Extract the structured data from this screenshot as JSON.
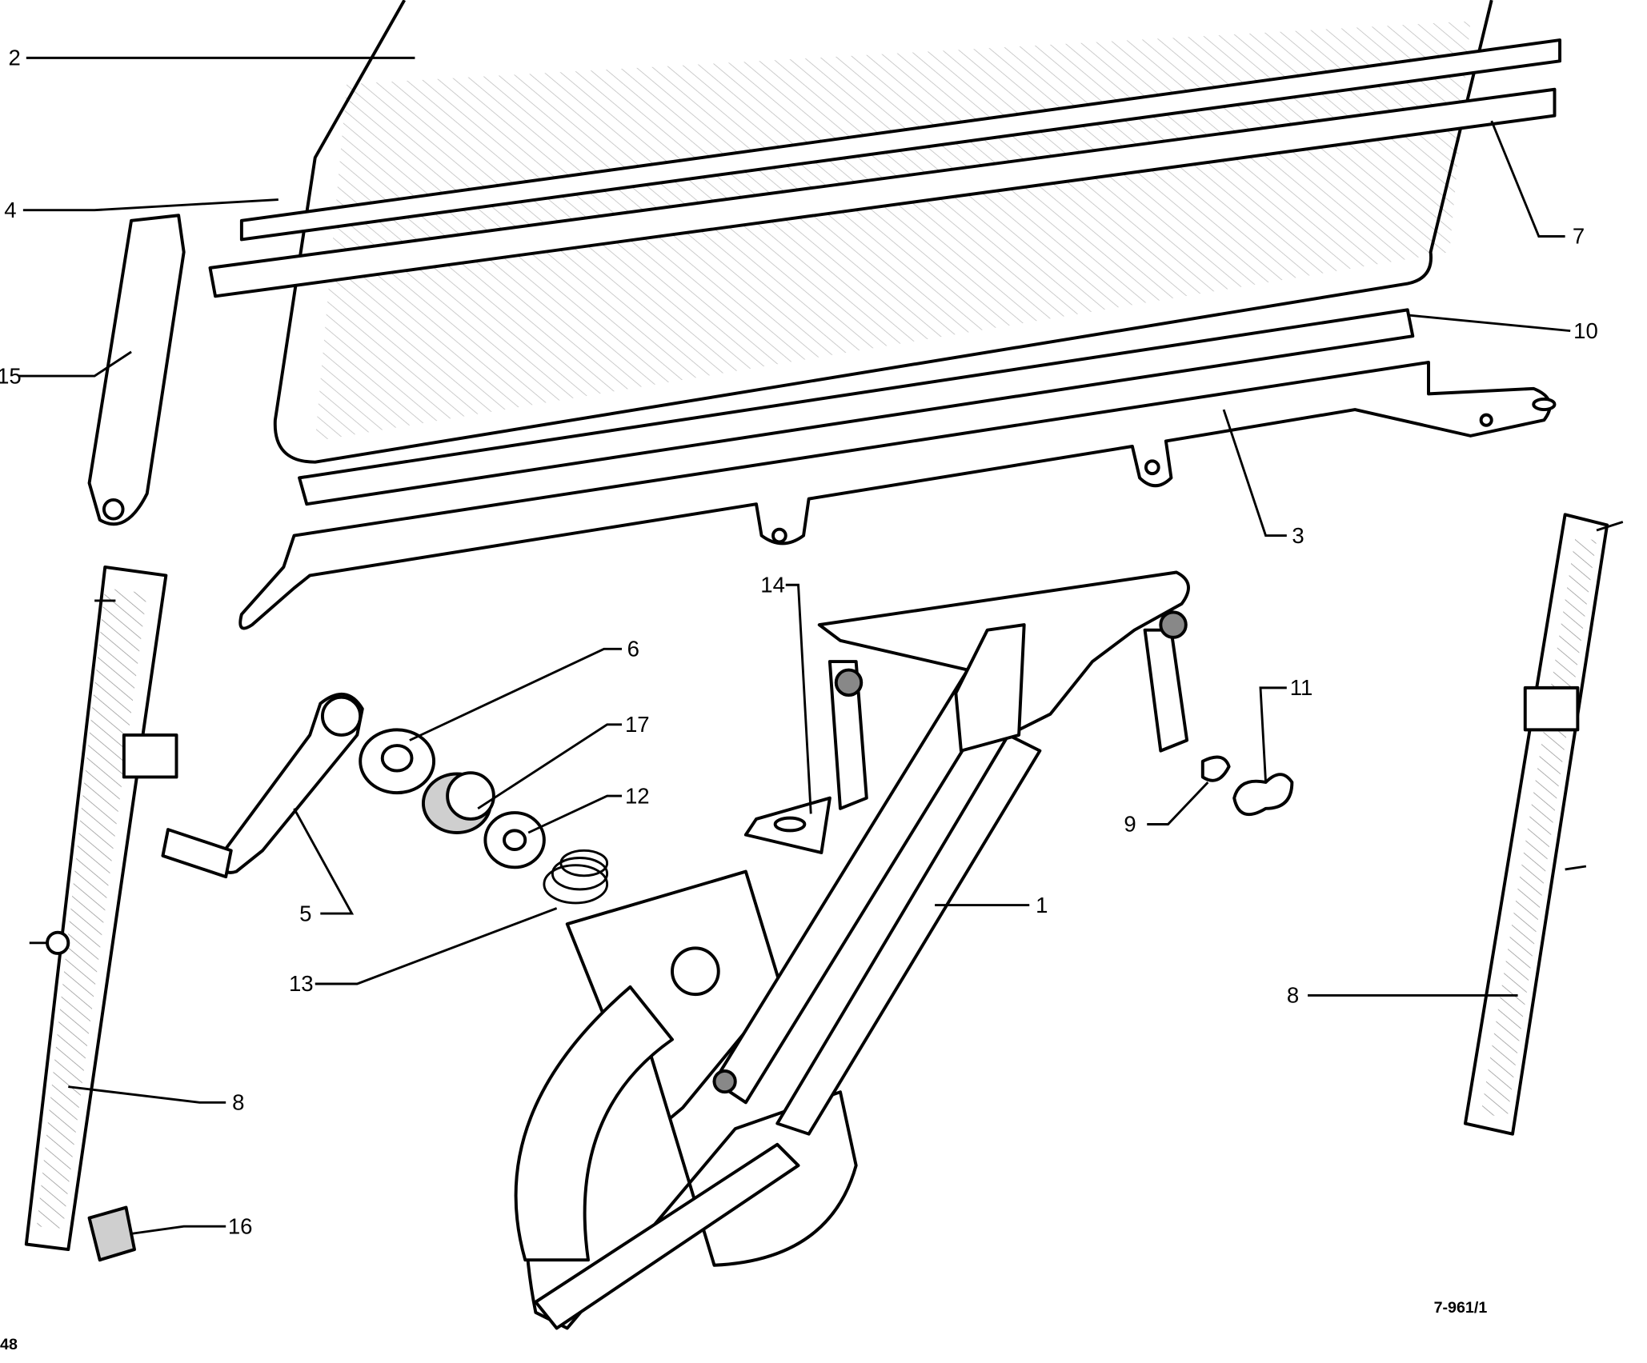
{
  "diagram": {
    "figure_code": "7-961/1",
    "page_number": "48",
    "callouts": [
      {
        "id": "glass",
        "label": "2"
      },
      {
        "id": "upper-rail-inner",
        "label": "4"
      },
      {
        "id": "front-guide",
        "label": "15"
      },
      {
        "id": "upper-rail-outer",
        "label": "7"
      },
      {
        "id": "glass-channel-seal",
        "label": "10"
      },
      {
        "id": "lower-channel",
        "label": "3"
      },
      {
        "id": "bracket",
        "label": "14"
      },
      {
        "id": "escutcheon",
        "label": "6"
      },
      {
        "id": "bushing",
        "label": "17"
      },
      {
        "id": "washer",
        "label": "12"
      },
      {
        "id": "clip-large",
        "label": "11"
      },
      {
        "id": "clip-small",
        "label": "9"
      },
      {
        "id": "regulator",
        "label": "1"
      },
      {
        "id": "crank-handle",
        "label": "5"
      },
      {
        "id": "spring",
        "label": "13"
      },
      {
        "id": "guide-channel-left",
        "label": "8"
      },
      {
        "id": "guide-channel-right",
        "label": "8"
      },
      {
        "id": "stop-pad",
        "label": "16"
      }
    ]
  }
}
